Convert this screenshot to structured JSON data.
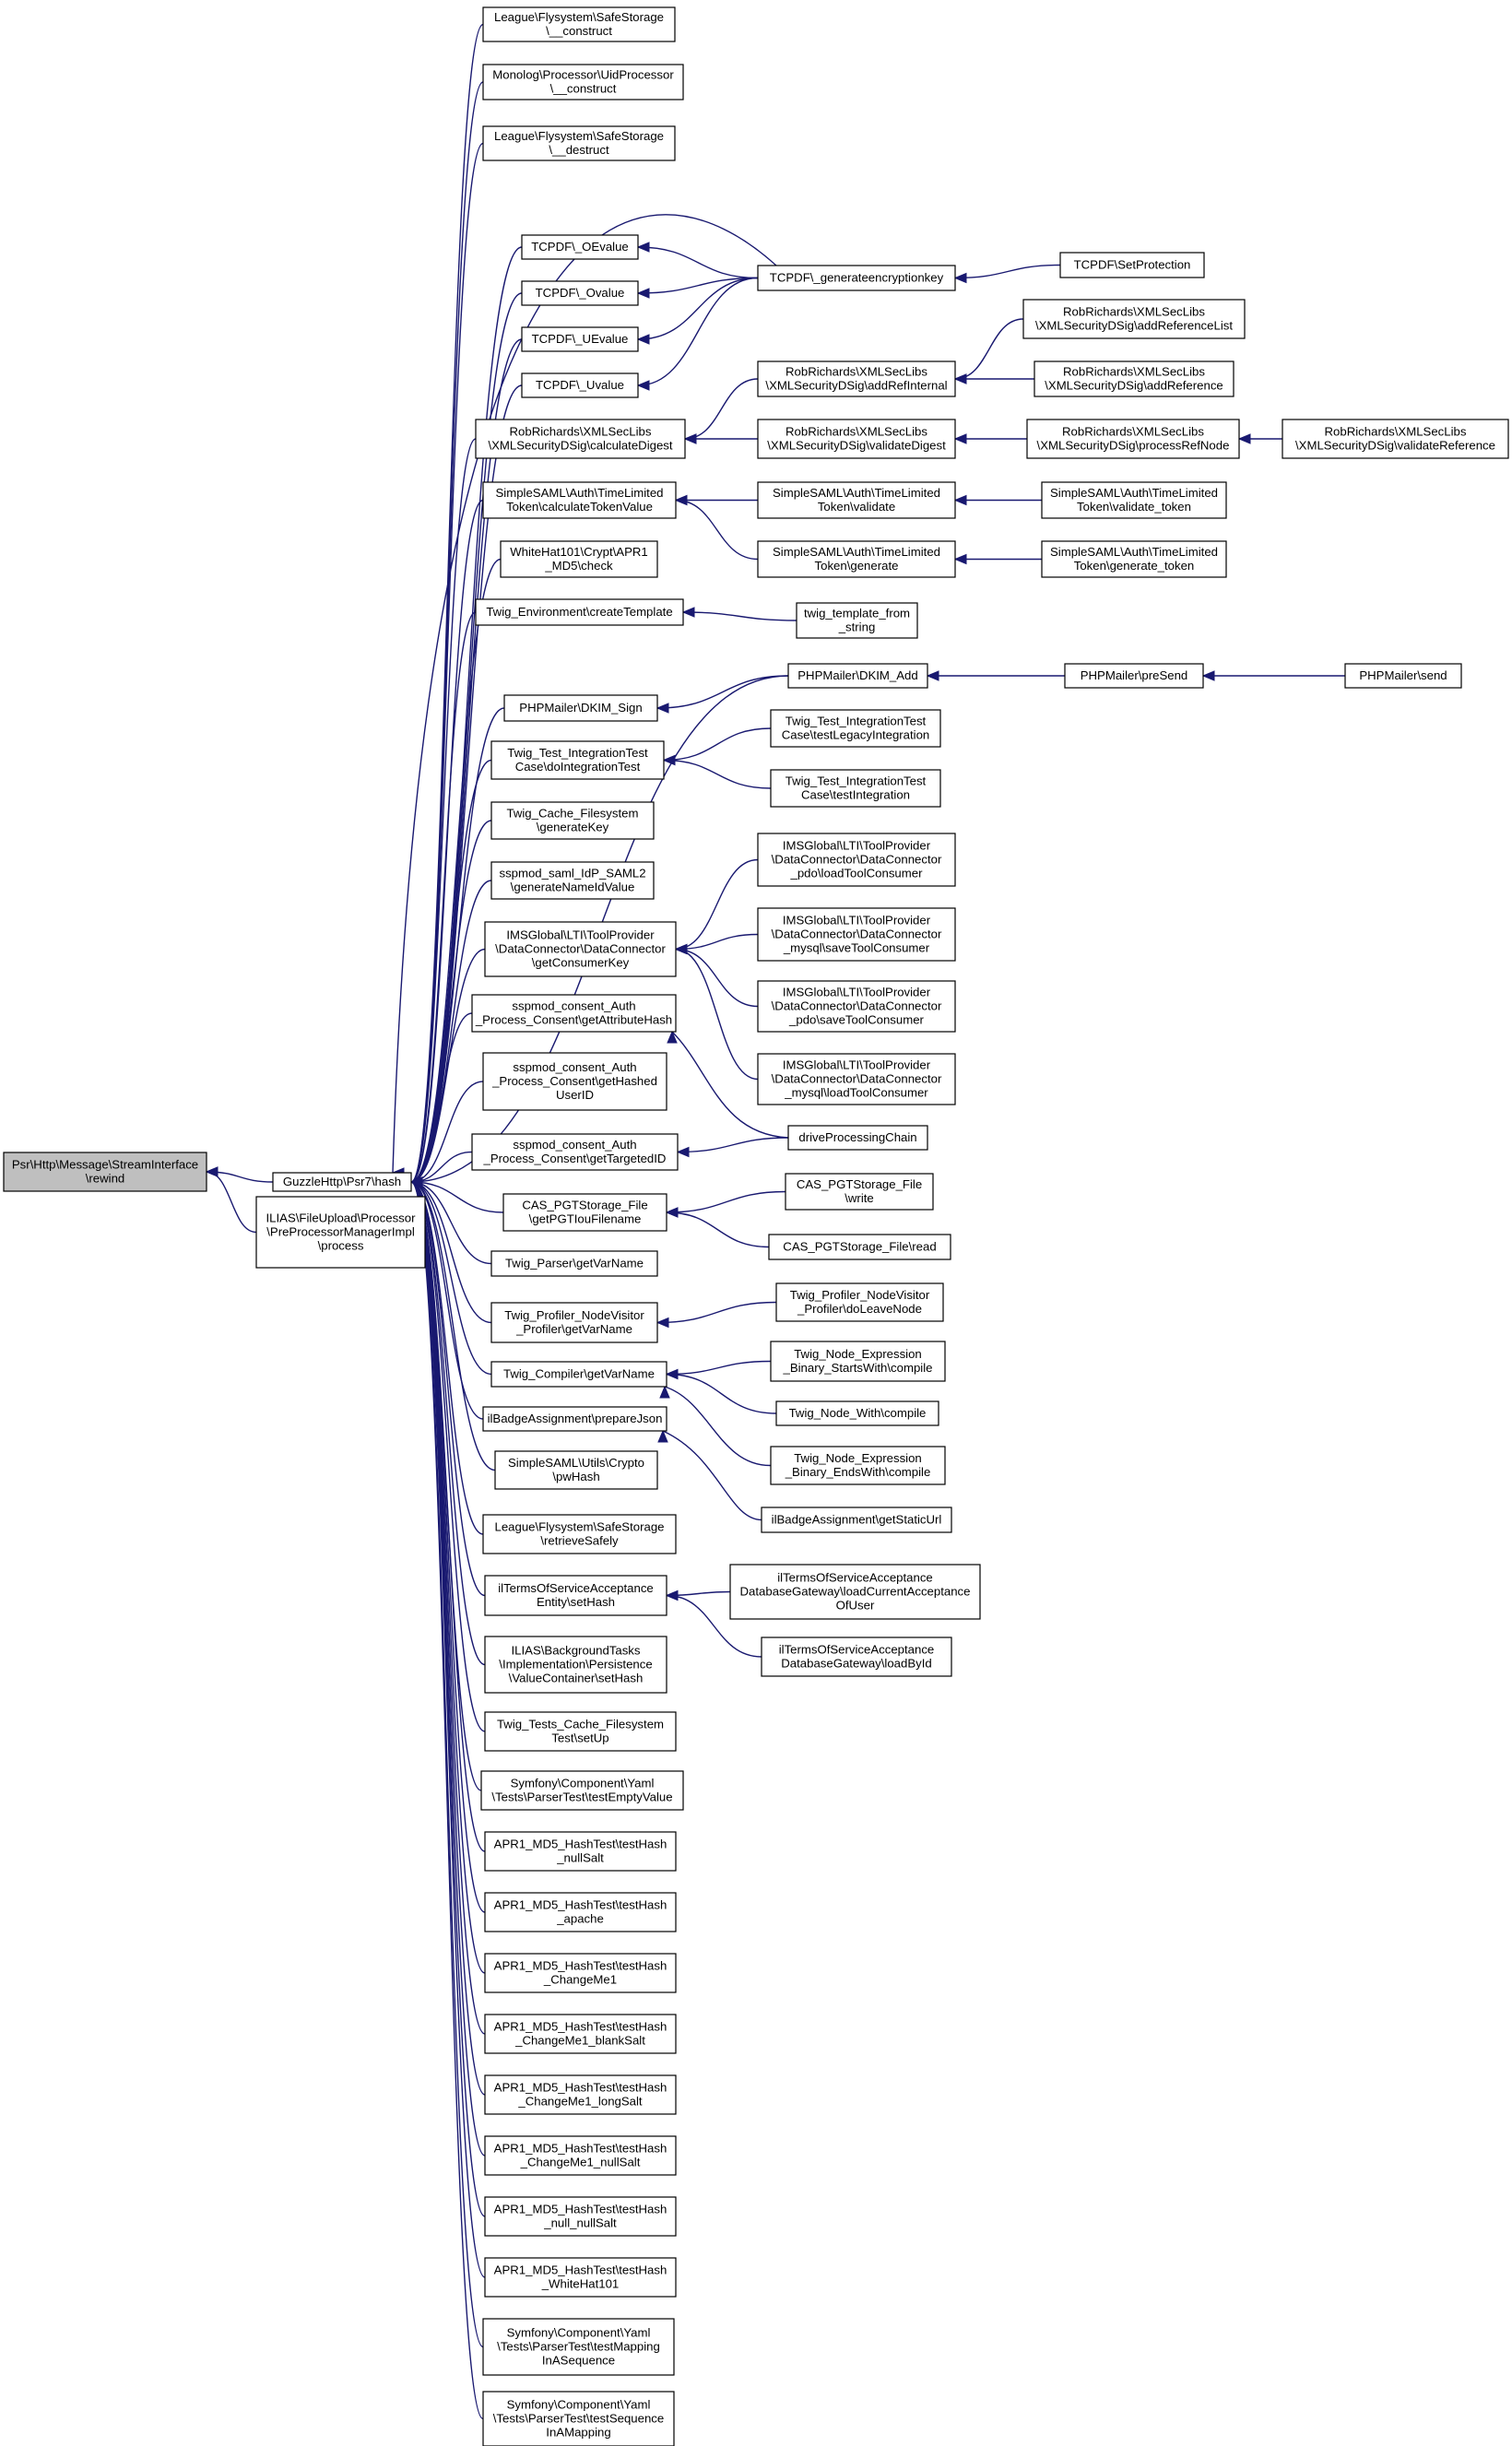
{
  "colors": {
    "edge": "#191970",
    "root_fill": "#bfbfbf",
    "node_fill": "#ffffff",
    "node_border": "#000000"
  },
  "nodes": [
    {
      "id": "root",
      "lines": [
        "Psr\\Http\\Message\\StreamInterface",
        "\\rewind"
      ]
    },
    {
      "id": "hash",
      "lines": [
        "GuzzleHttp\\Psr7\\hash"
      ]
    },
    {
      "id": "process",
      "lines": [
        "ILIAS\\FileUpload\\Processor",
        "\\PreProcessorManagerImpl",
        "\\process"
      ]
    },
    {
      "id": "ss_construct",
      "lines": [
        "League\\Flysystem\\SafeStorage",
        "\\__construct"
      ]
    },
    {
      "id": "uid_construct",
      "lines": [
        "Monolog\\Processor\\UidProcessor",
        "\\__construct"
      ]
    },
    {
      "id": "ss_destruct",
      "lines": [
        "League\\Flysystem\\SafeStorage",
        "\\__destruct"
      ]
    },
    {
      "id": "oevalue",
      "lines": [
        "TCPDF\\_OEvalue"
      ]
    },
    {
      "id": "ovalue",
      "lines": [
        "TCPDF\\_Ovalue"
      ]
    },
    {
      "id": "uevalue",
      "lines": [
        "TCPDF\\_UEvalue"
      ]
    },
    {
      "id": "uvalue",
      "lines": [
        "TCPDF\\_Uvalue"
      ]
    },
    {
      "id": "genenc",
      "lines": [
        "TCPDF\\_generateencryptionkey"
      ]
    },
    {
      "id": "setprot",
      "lines": [
        "TCPDF\\SetProtection"
      ]
    },
    {
      "id": "calcdigest",
      "lines": [
        "RobRichards\\XMLSecLibs",
        "\\XMLSecurityDSig\\calculateDigest"
      ]
    },
    {
      "id": "addrefint",
      "lines": [
        "RobRichards\\XMLSecLibs",
        "\\XMLSecurityDSig\\addRefInternal"
      ]
    },
    {
      "id": "valdigest",
      "lines": [
        "RobRichards\\XMLSecLibs",
        "\\XMLSecurityDSig\\validateDigest"
      ]
    },
    {
      "id": "addreflist",
      "lines": [
        "RobRichards\\XMLSecLibs",
        "\\XMLSecurityDSig\\addReferenceList"
      ]
    },
    {
      "id": "addref",
      "lines": [
        "RobRichards\\XMLSecLibs",
        "\\XMLSecurityDSig\\addReference"
      ]
    },
    {
      "id": "procrefnode",
      "lines": [
        "RobRichards\\XMLSecLibs",
        "\\XMLSecurityDSig\\processRefNode"
      ]
    },
    {
      "id": "valref",
      "lines": [
        "RobRichards\\XMLSecLibs",
        "\\XMLSecurityDSig\\validateReference"
      ]
    },
    {
      "id": "calctoken",
      "lines": [
        "SimpleSAML\\Auth\\TimeLimited",
        "Token\\calculateTokenValue"
      ]
    },
    {
      "id": "tlvalidate",
      "lines": [
        "SimpleSAML\\Auth\\TimeLimited",
        "Token\\validate"
      ]
    },
    {
      "id": "tlgenerate",
      "lines": [
        "SimpleSAML\\Auth\\TimeLimited",
        "Token\\generate"
      ]
    },
    {
      "id": "tlvalidate_token",
      "lines": [
        "SimpleSAML\\Auth\\TimeLimited",
        "Token\\validate_token"
      ]
    },
    {
      "id": "tlgenerate_token",
      "lines": [
        "SimpleSAML\\Auth\\TimeLimited",
        "Token\\generate_token"
      ]
    },
    {
      "id": "apr1check",
      "lines": [
        "WhiteHat101\\Crypt\\APR1",
        "_MD5\\check"
      ]
    },
    {
      "id": "createtpl",
      "lines": [
        "Twig_Environment\\createTemplate"
      ]
    },
    {
      "id": "tplfromstr",
      "lines": [
        "twig_template_from",
        "_string"
      ]
    },
    {
      "id": "dkimsign",
      "lines": [
        "PHPMailer\\DKIM_Sign"
      ]
    },
    {
      "id": "dkimadd",
      "lines": [
        "PHPMailer\\DKIM_Add"
      ]
    },
    {
      "id": "presend",
      "lines": [
        "PHPMailer\\preSend"
      ]
    },
    {
      "id": "send",
      "lines": [
        "PHPMailer\\send"
      ]
    },
    {
      "id": "dointtest",
      "lines": [
        "Twig_Test_IntegrationTest",
        "Case\\doIntegrationTest"
      ]
    },
    {
      "id": "testlegacy",
      "lines": [
        "Twig_Test_IntegrationTest",
        "Case\\testLegacyIntegration"
      ]
    },
    {
      "id": "testint",
      "lines": [
        "Twig_Test_IntegrationTest",
        "Case\\testIntegration"
      ]
    },
    {
      "id": "cachegen",
      "lines": [
        "Twig_Cache_Filesystem",
        "\\generateKey"
      ]
    },
    {
      "id": "saml2",
      "lines": [
        "sspmod_saml_IdP_SAML2",
        "\\generateNameIdValue"
      ]
    },
    {
      "id": "getconskey",
      "lines": [
        "IMSGlobal\\LTI\\ToolProvider",
        "\\DataConnector\\DataConnector",
        "\\getConsumerKey"
      ]
    },
    {
      "id": "pdoload",
      "lines": [
        "IMSGlobal\\LTI\\ToolProvider",
        "\\DataConnector\\DataConnector",
        "_pdo\\loadToolConsumer"
      ]
    },
    {
      "id": "mysqlsave",
      "lines": [
        "IMSGlobal\\LTI\\ToolProvider",
        "\\DataConnector\\DataConnector",
        "_mysql\\saveToolConsumer"
      ]
    },
    {
      "id": "pdosave",
      "lines": [
        "IMSGlobal\\LTI\\ToolProvider",
        "\\DataConnector\\DataConnector",
        "_pdo\\saveToolConsumer"
      ]
    },
    {
      "id": "mysqlload",
      "lines": [
        "IMSGlobal\\LTI\\ToolProvider",
        "\\DataConnector\\DataConnector",
        "_mysql\\loadToolConsumer"
      ]
    },
    {
      "id": "getattrhash",
      "lines": [
        "sspmod_consent_Auth",
        "_Process_Consent\\getAttributeHash"
      ]
    },
    {
      "id": "gethasheduid",
      "lines": [
        "sspmod_consent_Auth",
        "_Process_Consent\\getHashed",
        "UserID"
      ]
    },
    {
      "id": "gettargetid",
      "lines": [
        "sspmod_consent_Auth",
        "_Process_Consent\\getTargetedID"
      ]
    },
    {
      "id": "drivechain",
      "lines": [
        "driveProcessingChain"
      ]
    },
    {
      "id": "pgtfilename",
      "lines": [
        "CAS_PGTStorage_File",
        "\\getPGTIouFilename"
      ]
    },
    {
      "id": "pgtwrite",
      "lines": [
        "CAS_PGTStorage_File",
        "\\write"
      ]
    },
    {
      "id": "pgtread",
      "lines": [
        "CAS_PGTStorage_File\\read"
      ]
    },
    {
      "id": "parservar",
      "lines": [
        "Twig_Parser\\getVarName"
      ]
    },
    {
      "id": "profvar",
      "lines": [
        "Twig_Profiler_NodeVisitor",
        "_Profiler\\getVarName"
      ]
    },
    {
      "id": "profleave",
      "lines": [
        "Twig_Profiler_NodeVisitor",
        "_Profiler\\doLeaveNode"
      ]
    },
    {
      "id": "compvar",
      "lines": [
        "Twig_Compiler\\getVarName"
      ]
    },
    {
      "id": "startswith",
      "lines": [
        "Twig_Node_Expression",
        "_Binary_StartsWith\\compile"
      ]
    },
    {
      "id": "nodewith",
      "lines": [
        "Twig_Node_With\\compile"
      ]
    },
    {
      "id": "endswith",
      "lines": [
        "Twig_Node_Expression",
        "_Binary_EndsWith\\compile"
      ]
    },
    {
      "id": "badgejson",
      "lines": [
        "ilBadgeAssignment\\prepareJson"
      ]
    },
    {
      "id": "badgeurl",
      "lines": [
        "ilBadgeAssignment\\getStaticUrl"
      ]
    },
    {
      "id": "pwhash",
      "lines": [
        "SimpleSAML\\Utils\\Crypto",
        "\\pwHash"
      ]
    },
    {
      "id": "retrieve",
      "lines": [
        "League\\Flysystem\\SafeStorage",
        "\\retrieveSafely"
      ]
    },
    {
      "id": "tossethash",
      "lines": [
        "ilTermsOfServiceAcceptance",
        "Entity\\setHash"
      ]
    },
    {
      "id": "tosloadcur",
      "lines": [
        "ilTermsOfServiceAcceptance",
        "DatabaseGateway\\loadCurrentAcceptance",
        "OfUser"
      ]
    },
    {
      "id": "tosloadbyid",
      "lines": [
        "ilTermsOfServiceAcceptance",
        "DatabaseGateway\\loadById"
      ]
    },
    {
      "id": "bgsethash",
      "lines": [
        "ILIAS\\BackgroundTasks",
        "\\Implementation\\Persistence",
        "\\ValueContainer\\setHash"
      ]
    },
    {
      "id": "cachesetup",
      "lines": [
        "Twig_Tests_Cache_Filesystem",
        "Test\\setUp"
      ]
    },
    {
      "id": "yamlempty",
      "lines": [
        "Symfony\\Component\\Yaml",
        "\\Tests\\ParserTest\\testEmptyValue"
      ]
    },
    {
      "id": "md5null",
      "lines": [
        "APR1_MD5_HashTest\\testHash",
        "_nullSalt"
      ]
    },
    {
      "id": "md5apache",
      "lines": [
        "APR1_MD5_HashTest\\testHash",
        "_apache"
      ]
    },
    {
      "id": "md5change",
      "lines": [
        "APR1_MD5_HashTest\\testHash",
        "_ChangeMe1"
      ]
    },
    {
      "id": "md5blank",
      "lines": [
        "APR1_MD5_HashTest\\testHash",
        "_ChangeMe1_blankSalt"
      ]
    },
    {
      "id": "md5long",
      "lines": [
        "APR1_MD5_HashTest\\testHash",
        "_ChangeMe1_longSalt"
      ]
    },
    {
      "id": "md5cnull",
      "lines": [
        "APR1_MD5_HashTest\\testHash",
        "_ChangeMe1_nullSalt"
      ]
    },
    {
      "id": "md5nn",
      "lines": [
        "APR1_MD5_HashTest\\testHash",
        "_null_nullSalt"
      ]
    },
    {
      "id": "md5wh",
      "lines": [
        "APR1_MD5_HashTest\\testHash",
        "_WhiteHat101"
      ]
    },
    {
      "id": "yamlmapseq",
      "lines": [
        "Symfony\\Component\\Yaml",
        "\\Tests\\ParserTest\\testMapping",
        "InASequence"
      ]
    },
    {
      "id": "yamlseqmap",
      "lines": [
        "Symfony\\Component\\Yaml",
        "\\Tests\\ParserTest\\testSequence",
        "InAMapping"
      ]
    }
  ],
  "edges": [
    [
      "hash",
      "root"
    ],
    [
      "process",
      "root"
    ],
    [
      "ss_construct",
      "hash"
    ],
    [
      "uid_construct",
      "hash"
    ],
    [
      "ss_destruct",
      "hash"
    ],
    [
      "genenc",
      "hash"
    ],
    [
      "oevalue",
      "hash"
    ],
    [
      "ovalue",
      "hash"
    ],
    [
      "uevalue",
      "hash"
    ],
    [
      "uvalue",
      "hash"
    ],
    [
      "genenc",
      "oevalue"
    ],
    [
      "genenc",
      "ovalue"
    ],
    [
      "genenc",
      "uevalue"
    ],
    [
      "genenc",
      "uvalue"
    ],
    [
      "setprot",
      "genenc"
    ],
    [
      "calcdigest",
      "hash"
    ],
    [
      "addrefint",
      "calcdigest"
    ],
    [
      "valdigest",
      "calcdigest"
    ],
    [
      "addreflist",
      "addrefint"
    ],
    [
      "addref",
      "addrefint"
    ],
    [
      "procrefnode",
      "valdigest"
    ],
    [
      "valref",
      "procrefnode"
    ],
    [
      "calctoken",
      "hash"
    ],
    [
      "tlvalidate",
      "calctoken"
    ],
    [
      "tlgenerate",
      "calctoken"
    ],
    [
      "tlvalidate_token",
      "tlvalidate"
    ],
    [
      "tlgenerate_token",
      "tlgenerate"
    ],
    [
      "apr1check",
      "hash"
    ],
    [
      "createtpl",
      "hash"
    ],
    [
      "tplfromstr",
      "createtpl"
    ],
    [
      "dkimadd",
      "hash"
    ],
    [
      "dkimsign",
      "hash"
    ],
    [
      "dkimadd",
      "dkimsign"
    ],
    [
      "presend",
      "dkimadd"
    ],
    [
      "send",
      "presend"
    ],
    [
      "dointtest",
      "hash"
    ],
    [
      "testlegacy",
      "dointtest"
    ],
    [
      "testint",
      "dointtest"
    ],
    [
      "cachegen",
      "hash"
    ],
    [
      "saml2",
      "hash"
    ],
    [
      "getconskey",
      "hash"
    ],
    [
      "pdoload",
      "getconskey"
    ],
    [
      "mysqlsave",
      "getconskey"
    ],
    [
      "pdosave",
      "getconskey"
    ],
    [
      "mysqlload",
      "getconskey"
    ],
    [
      "getattrhash",
      "hash"
    ],
    [
      "drivechain",
      "getattrhash"
    ],
    [
      "gethasheduid",
      "hash"
    ],
    [
      "gettargetid",
      "hash"
    ],
    [
      "drivechain",
      "gettargetid"
    ],
    [
      "pgtfilename",
      "hash"
    ],
    [
      "pgtwrite",
      "pgtfilename"
    ],
    [
      "pgtread",
      "pgtfilename"
    ],
    [
      "parservar",
      "hash"
    ],
    [
      "profvar",
      "hash"
    ],
    [
      "profleave",
      "profvar"
    ],
    [
      "compvar",
      "hash"
    ],
    [
      "startswith",
      "compvar"
    ],
    [
      "nodewith",
      "compvar"
    ],
    [
      "endswith",
      "compvar"
    ],
    [
      "badgejson",
      "hash"
    ],
    [
      "badgeurl",
      "badgejson"
    ],
    [
      "pwhash",
      "hash"
    ],
    [
      "retrieve",
      "hash"
    ],
    [
      "tossethash",
      "hash"
    ],
    [
      "tosloadcur",
      "tossethash"
    ],
    [
      "tosloadbyid",
      "tossethash"
    ],
    [
      "bgsethash",
      "hash"
    ],
    [
      "cachesetup",
      "hash"
    ],
    [
      "yamlempty",
      "hash"
    ],
    [
      "md5null",
      "hash"
    ],
    [
      "md5apache",
      "hash"
    ],
    [
      "md5change",
      "hash"
    ],
    [
      "md5blank",
      "hash"
    ],
    [
      "md5long",
      "hash"
    ],
    [
      "md5cnull",
      "hash"
    ],
    [
      "md5nn",
      "hash"
    ],
    [
      "md5wh",
      "hash"
    ],
    [
      "yamlmapseq",
      "hash"
    ],
    [
      "yamlseqmap",
      "hash"
    ]
  ]
}
